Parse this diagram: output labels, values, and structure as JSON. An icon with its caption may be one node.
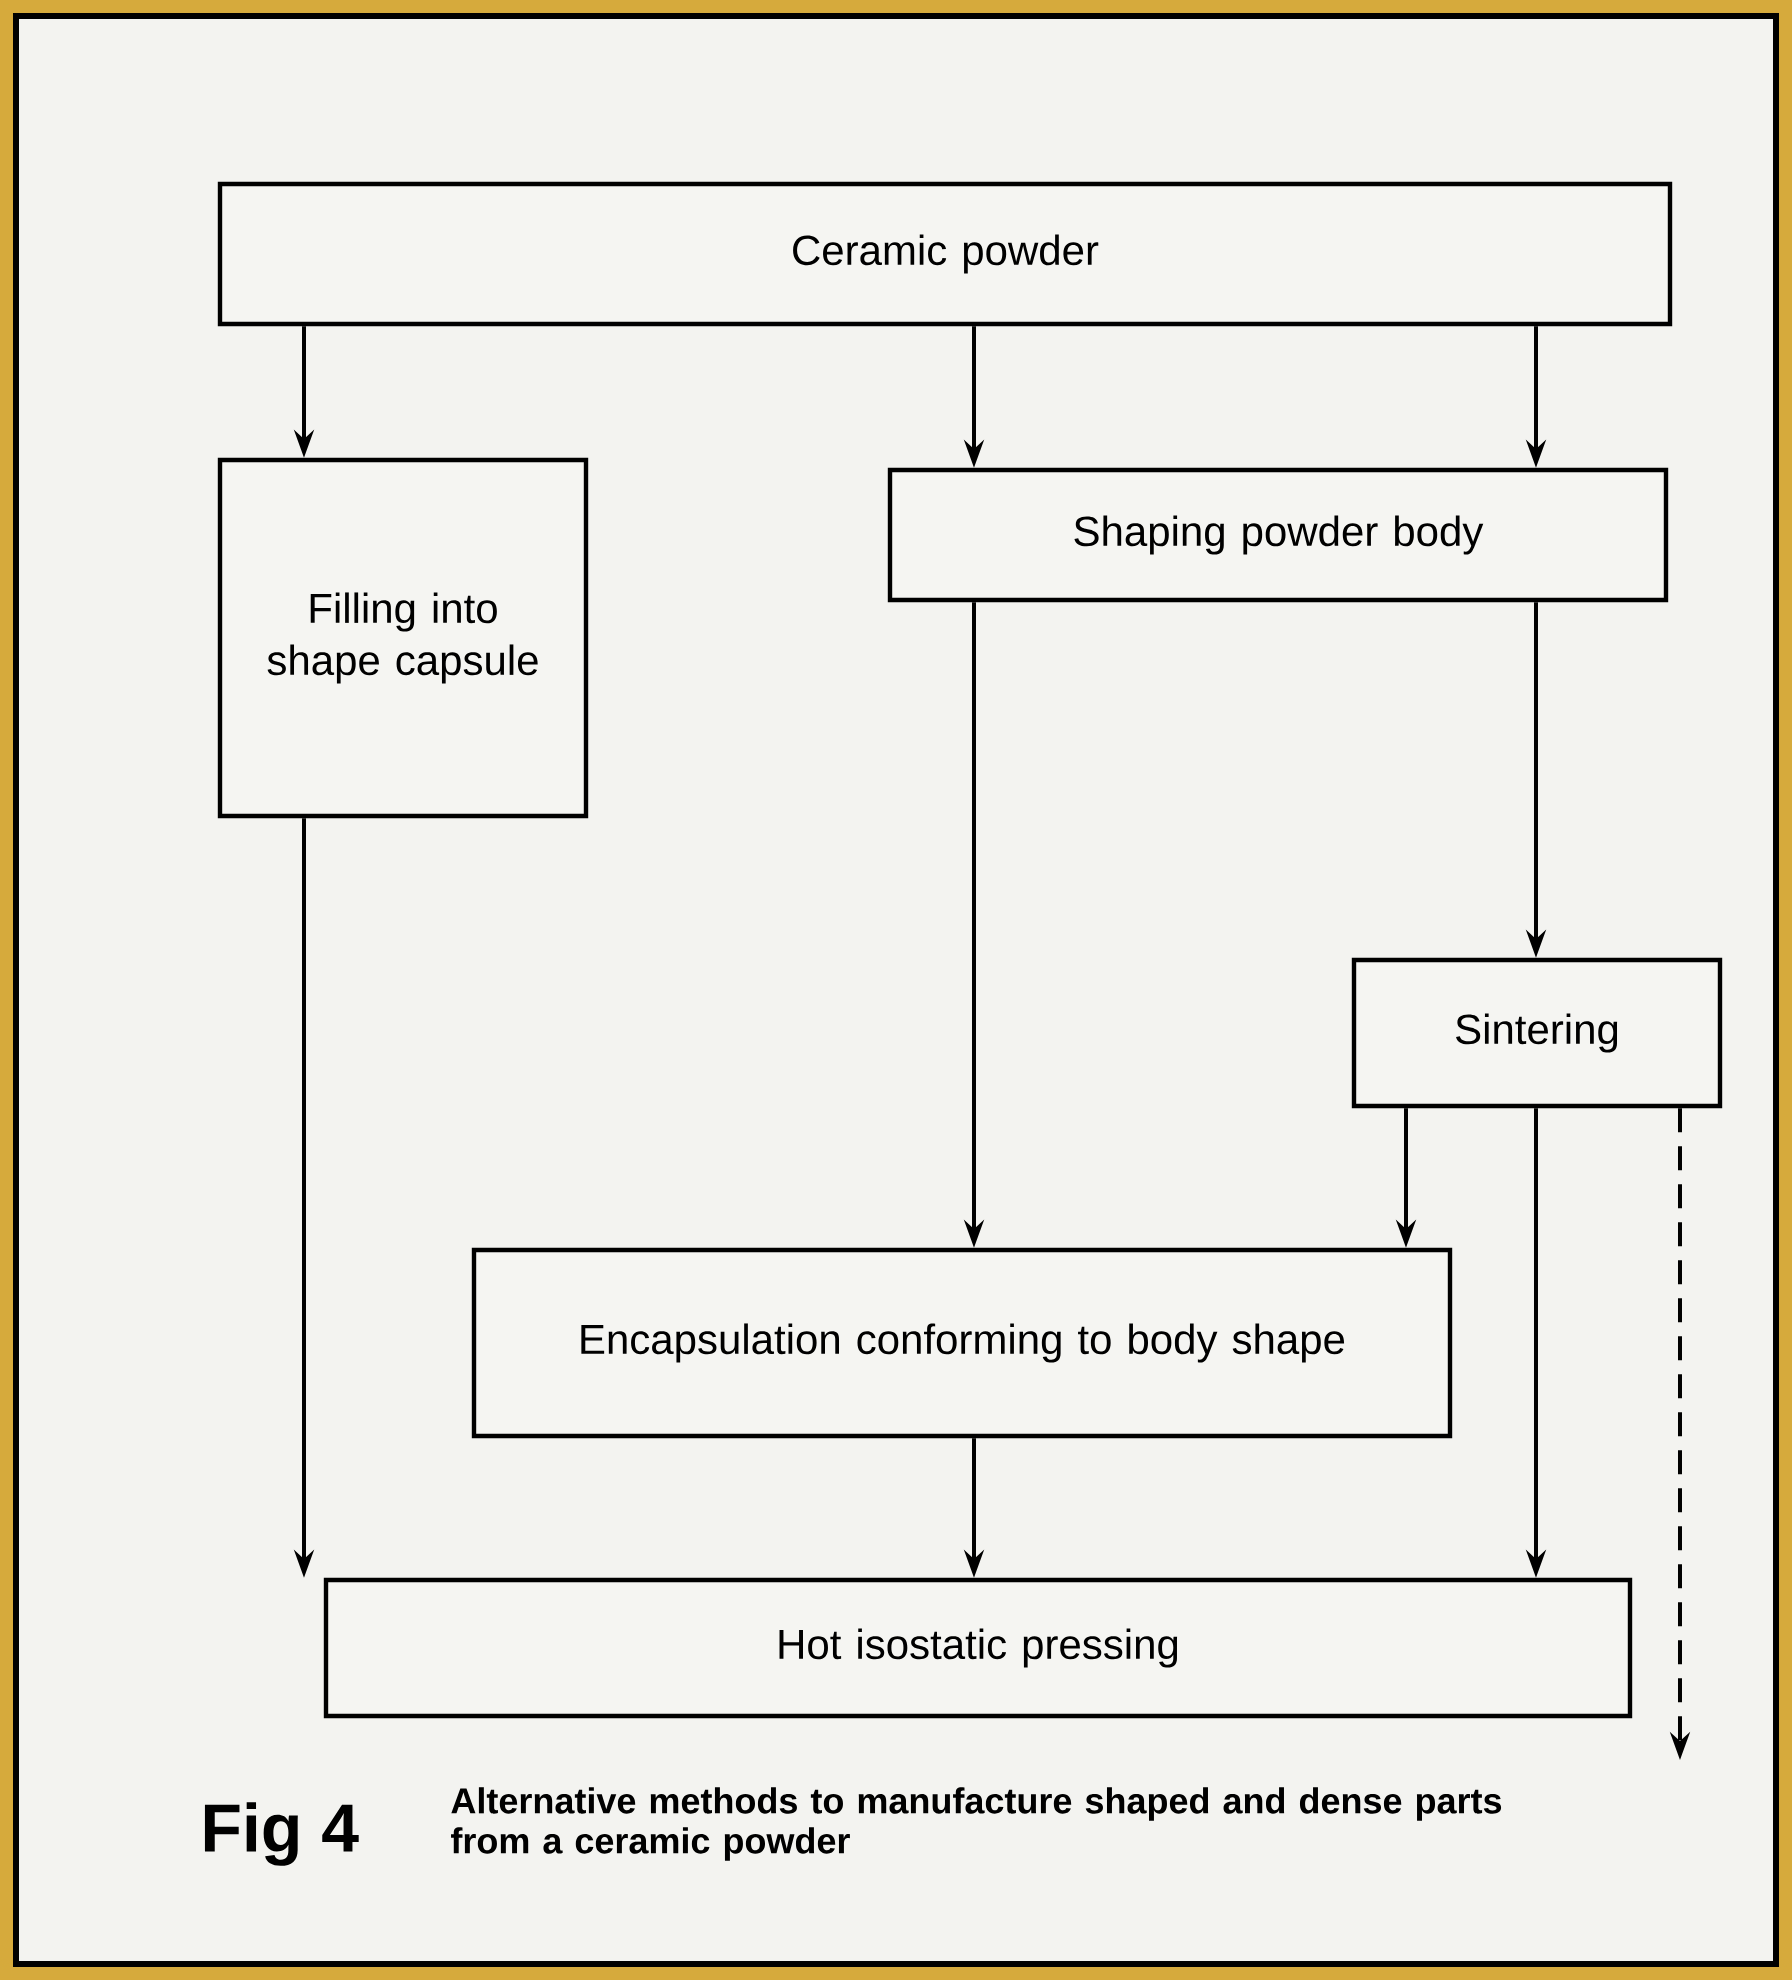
{
  "diagram": {
    "caption": "Alternative methods to manufacture shaped and dense parts from a ceramic powder",
    "nodes": [
      {
        "text": [
          "Ceramic powder"
        ]
      },
      {
        "text": [
          "Filling into shape capsule"
        ]
      },
      {
        "text": [
          "Shaping powder body"
        ]
      },
      {
        "text": [
          "Sintering"
        ]
      },
      {
        "text": [
          "Encapsulation conforming to body shape"
        ]
      },
      {
        "text": [
          "Hot isostatic pressing"
        ]
      }
    ],
    "edges": [
      {
        "from": 0,
        "to": 1,
        "arrow": "to"
      },
      {
        "from": 0,
        "to": 2,
        "arrow": "to"
      },
      {
        "from": 0,
        "to": 2,
        "arrow": "to"
      },
      {
        "from": 2,
        "to": 4,
        "arrow": "to"
      },
      {
        "from": 2,
        "to": 3,
        "arrow": "to"
      },
      {
        "from": 1,
        "to": 5,
        "arrow": "to"
      },
      {
        "from": 3,
        "to": 4,
        "arrow": "to"
      },
      {
        "from": 4,
        "to": 5,
        "arrow": "to"
      },
      {
        "from": 3,
        "to": 5,
        "arrow": "to"
      },
      {
        "from": 3,
        "to": null,
        "arrow": "to",
        "style": "dashed"
      }
    ],
    "labels": [
      "Fig 4"
    ]
  }
}
